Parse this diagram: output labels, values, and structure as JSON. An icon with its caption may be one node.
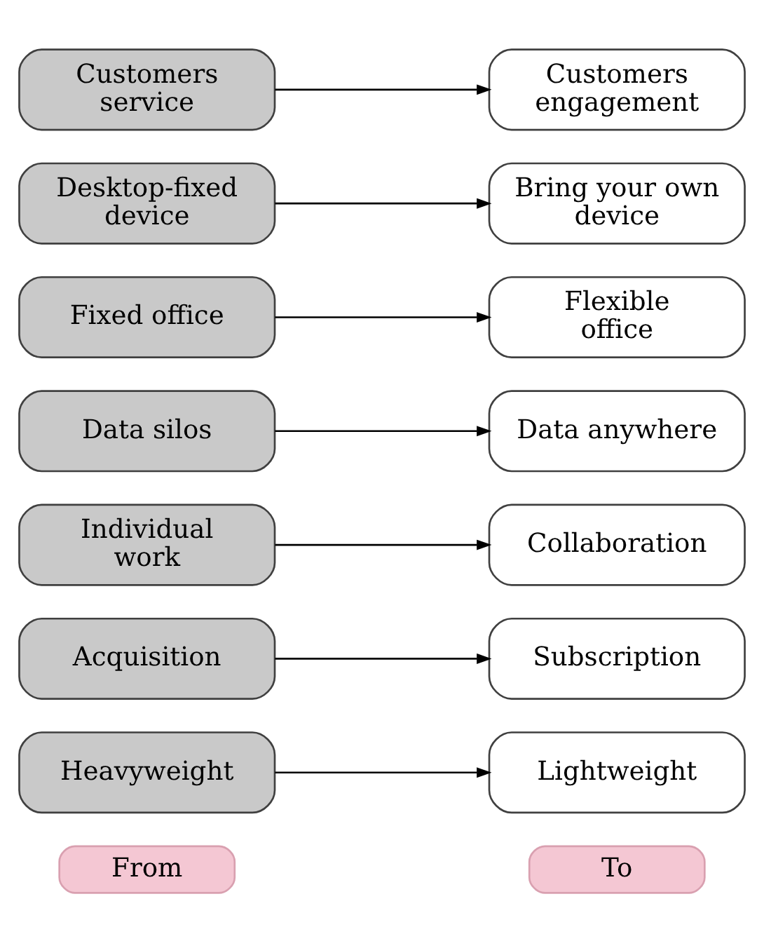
{
  "diagram": {
    "nodes": [
      {
        "text": [
          "From"
        ]
      },
      {
        "text": [
          "To"
        ]
      },
      {
        "text": [
          "Heavyweight"
        ]
      },
      {
        "text": [
          "Lightweight"
        ]
      },
      {
        "text": [
          "Acquisition"
        ]
      },
      {
        "text": [
          "Subscription"
        ]
      },
      {
        "text": [
          "Individual work"
        ]
      },
      {
        "text": [
          "Collaboration"
        ]
      },
      {
        "text": [
          "Data silos"
        ]
      },
      {
        "text": [
          "Data anywhere"
        ]
      },
      {
        "text": [
          "Fixed office"
        ]
      },
      {
        "text": [
          "Flexible office"
        ]
      },
      {
        "text": [
          "Desktop-fixed device"
        ]
      },
      {
        "text": [
          "Bring your own device"
        ]
      },
      {
        "text": [
          "Customers service"
        ]
      },
      {
        "text": [
          "Customers engagement"
        ]
      }
    ],
    "edges": [
      {
        "from": 2,
        "to": 3,
        "arrow": "to"
      },
      {
        "from": 4,
        "to": 5,
        "arrow": "to"
      },
      {
        "from": 6,
        "to": 7,
        "arrow": "to"
      },
      {
        "from": 8,
        "to": 9,
        "arrow": "to"
      },
      {
        "from": 10,
        "to": 11,
        "arrow": "to"
      },
      {
        "from": 12,
        "to": 13,
        "arrow": "to"
      },
      {
        "from": 14,
        "to": 15,
        "arrow": "to"
      }
    ]
  }
}
